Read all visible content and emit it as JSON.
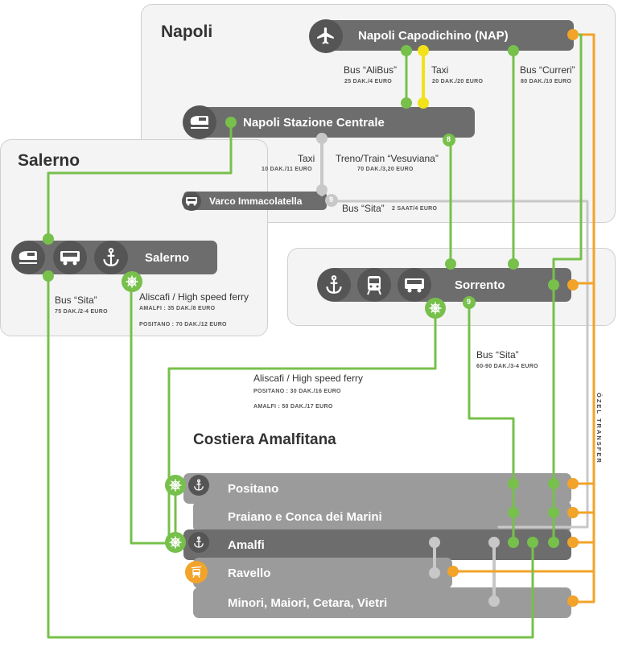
{
  "regions": {
    "napoli": "Napoli",
    "salerno": "Salerno",
    "costiera": "Costiera Amalfitana"
  },
  "stations": {
    "airport": "Napoli Capodichino (NAP)",
    "central": "Napoli Stazione Centrale",
    "varco": "Varco Immacolatella",
    "salerno": "Salerno",
    "sorrento": "Sorrento",
    "positano": "Positano",
    "praiano": "Praiano e Conca dei Marini",
    "amalfi": "Amalfi",
    "ravello": "Ravello",
    "minori": "Minori, Maiori, Cetara, Vietri"
  },
  "routes": {
    "alibus": "Bus “AliBus”",
    "alibus_info": "25 DAK./4 EURO",
    "taxi1": "Taxi",
    "taxi1_info": "20 DAK./20 EURO",
    "curreri": "Bus “Curreri”",
    "curreri_info": "80 DAK./10 EURO",
    "taxi2": "Taxi",
    "taxi2_info": "10 DAK./11 EURO",
    "vesuviana": "Treno/Train “Vesuviana”",
    "vesuviana_info": "70 DAK./3,20 EURO",
    "sita_varco": "Bus “Sita”",
    "sita_varco_info": "2 SAAT/4 EURO",
    "sita_salerno": "Bus “Sita”",
    "sita_salerno_info": "75 DAK./2-4 EURO",
    "ferry_salerno": "Aliscafi / High speed ferry",
    "ferry_salerno_amalfi": "AMALFI : 35 DAK./8 EURO",
    "ferry_salerno_positano": "POSITANO : 70 DAK./12 EURO",
    "sita_sorrento": "Bus “Sita”",
    "sita_sorrento_info": "60-90 DAK./3-4 EURO",
    "ferry_sorrento": "Aliscafi / High speed ferry",
    "ferry_sorrento_positano": "POSITANO : 30 DAK./16 EURO",
    "ferry_sorrento_amalfi": "AMALFI : 50 DAK./17 EURO",
    "ozel_transfer": "ÖZEL TRANSFER"
  },
  "badges": {
    "eight": "8",
    "nine_a": "9",
    "nine_b": "9"
  },
  "icons": [
    "airplane-icon",
    "train-icon",
    "bus-icon",
    "anchor-icon",
    "ferry-wheel-icon",
    "funicular-icon"
  ],
  "colors": {
    "green": "#77c04b",
    "yellow": "#f1e21a",
    "orange": "#f2a329",
    "gray_line": "#c8c8c8",
    "dark_bar": "#6d6d6d",
    "light_bar": "#9b9b9b"
  }
}
